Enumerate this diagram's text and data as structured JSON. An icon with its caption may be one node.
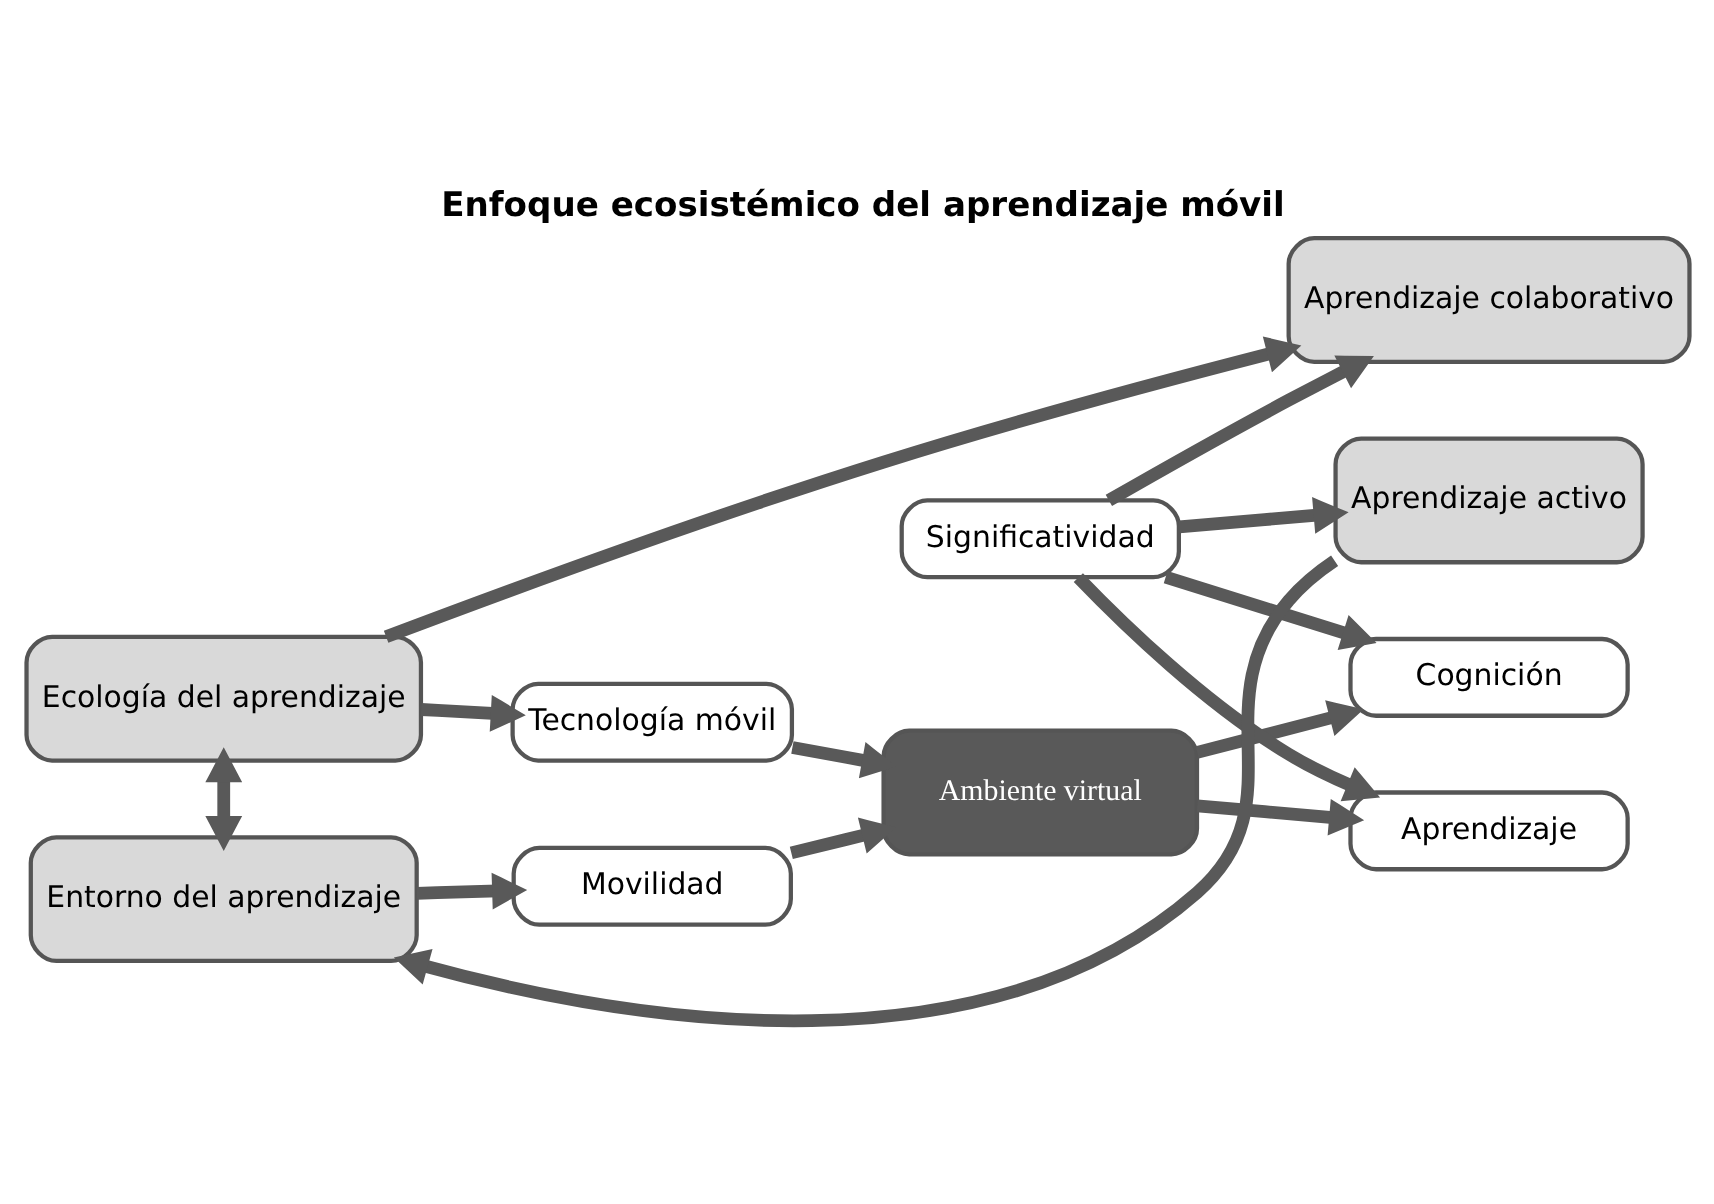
{
  "diagram": {
    "title": "Enfoque ecosistémico del aprendizaje móvil",
    "nodes": [
      {
        "text": [
          "Ecología del aprendizaje"
        ]
      },
      {
        "text": [
          "Aprendizaje colaborativo"
        ]
      },
      {
        "text": [
          "Tecnología móvil"
        ]
      },
      {
        "text": [
          "Cognición"
        ]
      },
      {
        "text": [
          "Ambiente virtual"
        ]
      },
      {
        "text": [
          "Significatividad"
        ]
      },
      {
        "text": [
          "Movilidad"
        ]
      },
      {
        "text": [
          "Aprendizaje"
        ]
      },
      {
        "text": [
          "Entorno del aprendizaje"
        ]
      },
      {
        "text": [
          "Aprendizaje activo"
        ]
      }
    ],
    "edges": [
      {
        "from": 0,
        "to": 1,
        "arrow": "to"
      },
      {
        "from": 0,
        "to": 2,
        "arrow": "to"
      },
      {
        "from": 2,
        "to": 4,
        "arrow": "to"
      },
      {
        "from": 6,
        "to": 4,
        "arrow": "to"
      },
      {
        "from": 8,
        "to": 6,
        "arrow": "to"
      },
      {
        "from": 0,
        "to": 8,
        "arrow": "both"
      },
      {
        "from": 4,
        "to": 3,
        "arrow": "to"
      },
      {
        "from": 4,
        "to": 7,
        "arrow": "to"
      },
      {
        "from": 5,
        "to": 3,
        "arrow": "to"
      },
      {
        "from": 5,
        "to": 7,
        "arrow": "to"
      },
      {
        "from": 5,
        "to": 1,
        "arrow": "to"
      },
      {
        "from": 5,
        "to": 9,
        "arrow": "to"
      },
      {
        "from": 9,
        "to": 8,
        "arrow": "to"
      }
    ]
  }
}
